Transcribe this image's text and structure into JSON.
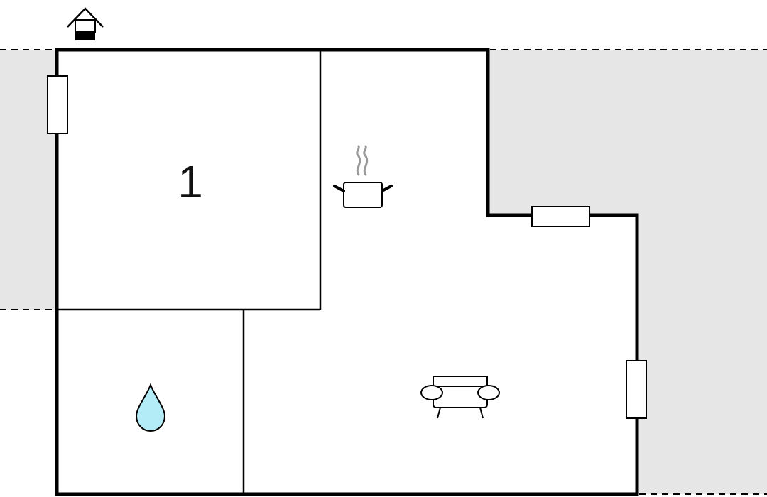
{
  "floor_plan": {
    "rooms": [
      {
        "id": "bedroom",
        "label": "1"
      },
      {
        "id": "bathroom",
        "label": ""
      },
      {
        "id": "kitchen-living",
        "label": ""
      }
    ],
    "icons": {
      "entrance": "house-entrance-icon",
      "kitchen": "cooking-pot-icon",
      "bathroom": "water-drop-icon",
      "living": "sofa-icon"
    },
    "colors": {
      "wall": "#000000",
      "outside_area": "#e6e6e6",
      "water": "#b3ecf7",
      "steam": "#999999",
      "background": "#ffffff"
    }
  }
}
